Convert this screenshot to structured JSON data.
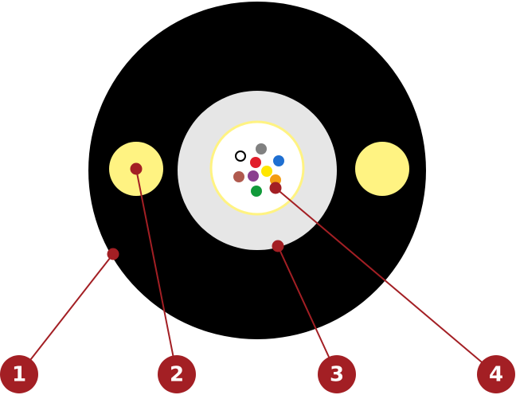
{
  "colors": {
    "jacket": "#000000",
    "strength_member": "#fff382",
    "loose_tube": "#e6e6e6",
    "tube_outline": "#fff382",
    "core": "#ffffff",
    "callout": "#a31f24"
  },
  "fibers": [
    {
      "color": "#ffffff",
      "stroke": "#000000"
    },
    {
      "color": "#808080"
    },
    {
      "color": "#e11d2a"
    },
    {
      "color": "#1f6fd1"
    },
    {
      "color": "#b05a4e"
    },
    {
      "color": "#8a3f8f"
    },
    {
      "color": "#ffe600"
    },
    {
      "color": "#f39c12"
    },
    {
      "color": "#119a3a"
    }
  ],
  "callouts": [
    {
      "label": "1"
    },
    {
      "label": "2"
    },
    {
      "label": "3"
    },
    {
      "label": "4"
    }
  ]
}
